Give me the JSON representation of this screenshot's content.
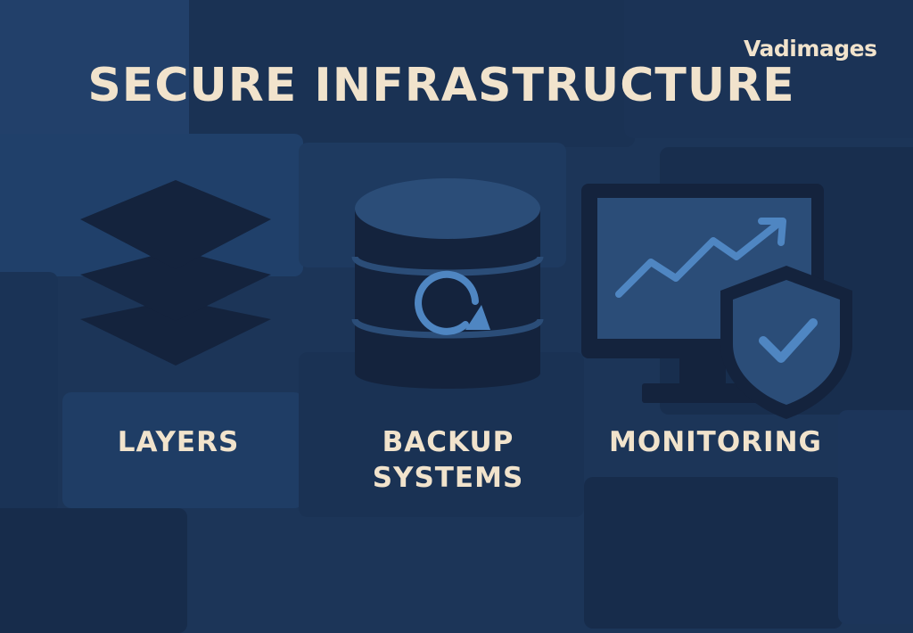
{
  "brand": {
    "watermark": "Vadimages"
  },
  "hero": {
    "title": "SECURE INFRASTRUCTURE"
  },
  "features": [
    {
      "icon": "layers-icon",
      "label": "LAYERS"
    },
    {
      "icon": "database-backup-icon",
      "label_lines": [
        "BACKUP",
        "SYSTEMS"
      ]
    },
    {
      "icon": "monitor-shield-icon",
      "label": "MONITORING"
    }
  ],
  "colors": {
    "background": "#1c3558",
    "panel_light": "#25466f",
    "panel_dark": "#162a47",
    "icon_dark": "#14233d",
    "icon_mid": "#2b4d78",
    "accent": "#4f86c2",
    "text": "#f1e3cc"
  }
}
